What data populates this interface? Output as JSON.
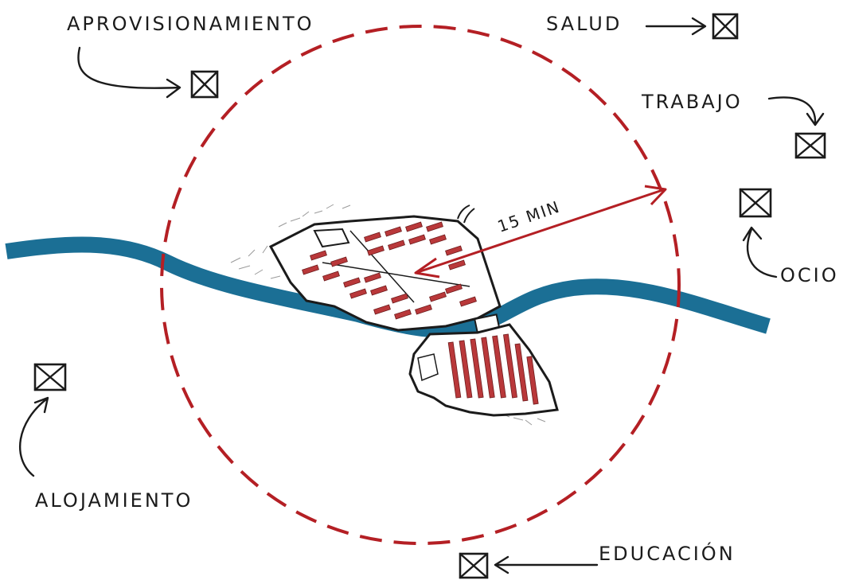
{
  "diagram": {
    "labels": {
      "aprovisionamiento": "APROVISIONAMIENTO",
      "salud": "SALUD",
      "trabajo": "TRABAJO",
      "ocio": "OCIO",
      "alojamiento": "ALOJAMIENTO",
      "educacion": "EDUCACIÓN",
      "radius": "15 MIN"
    },
    "icons": {
      "destination": "crossed-box-icon",
      "arrow": "arrow-icon"
    },
    "colors": {
      "circle": "#b41f24",
      "radius_arrow": "#b41f24",
      "river": "#1b6f95",
      "blocks": "#b9383a",
      "ink": "#1b1b1b"
    }
  }
}
